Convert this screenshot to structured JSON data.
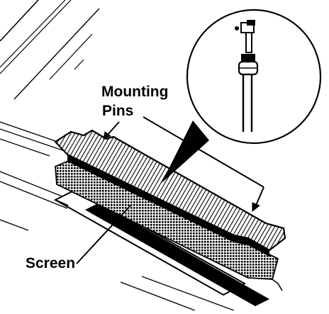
{
  "labels": {
    "mounting_line1": "Mounting",
    "mounting_line2": "Pins",
    "screen": "Screen"
  },
  "colors": {
    "ink": "#000000",
    "paper": "#ffffff"
  }
}
